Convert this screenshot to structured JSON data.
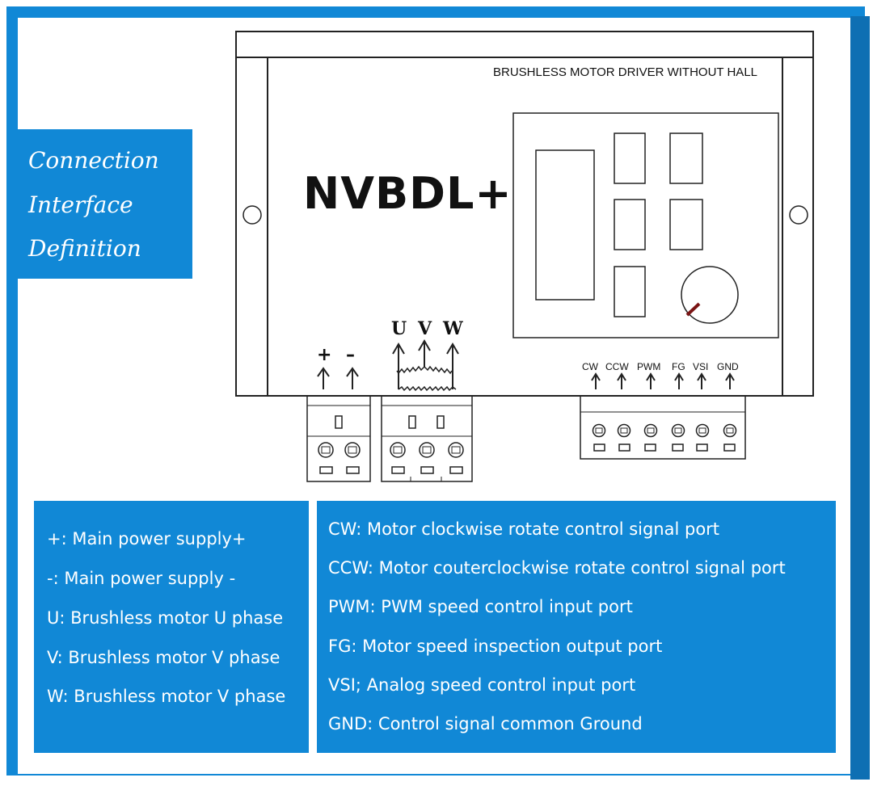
{
  "title": [
    "Connection",
    "Interface",
    "Definition"
  ],
  "device": {
    "header": "BRUSHLESS MOTOR DRIVER WITHOUT HALL",
    "model": "NVBDL+",
    "power_labels": [
      "+",
      "–"
    ],
    "phase_labels": [
      "U",
      "V",
      "W"
    ],
    "signal_labels": [
      "CW",
      "CCW",
      "PWM",
      "FG",
      "VSI",
      "GND"
    ]
  },
  "legend_left": [
    "+:  Main power supply+",
    "-:   Main power supply -",
    "U:  Brushless motor U phase",
    "V:  Brushless motor V phase",
    "W: Brushless motor V phase"
  ],
  "legend_right": [
    "CW: Motor clockwise rotate control signal port",
    "CCW: Motor couterclockwise rotate control signal port",
    "PWM: PWM speed control input port",
    "FG: Motor speed inspection output port",
    "VSI; Analog speed control input port",
    "GND: Control signal common Ground"
  ],
  "colors": {
    "accent": "#1188d6",
    "accent_dark": "#0e6fb3",
    "line": "#222222",
    "knob_pointer": "#7a1414"
  }
}
